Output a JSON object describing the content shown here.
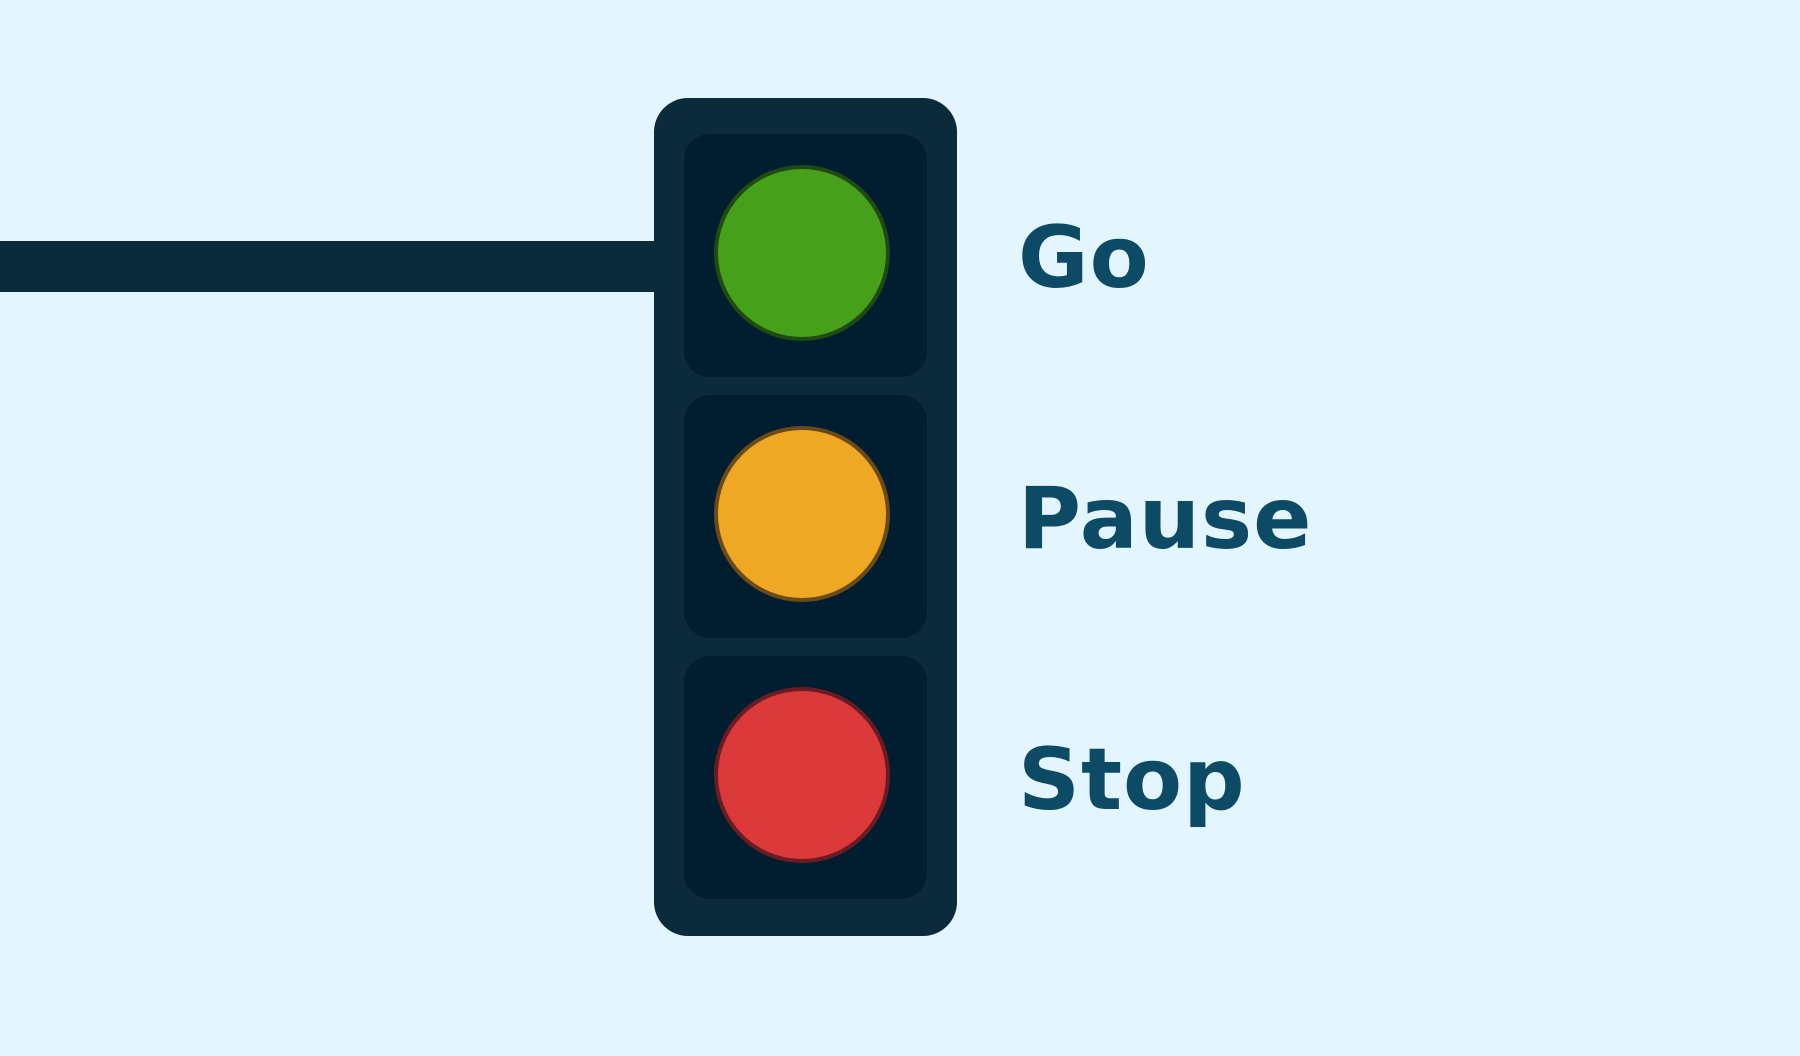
{
  "colors": {
    "background": "#e3f5fe",
    "housing": "#0b2a3c",
    "cell": "#001e2f",
    "label": "#0c4a66"
  },
  "signals": [
    {
      "label": "Go",
      "color": "#47a01a",
      "border": "#1f4a12"
    },
    {
      "label": "Pause",
      "color": "#efa823",
      "border": "#6b4a18"
    },
    {
      "label": "Stop",
      "color": "#dc3a3a",
      "border": "#6a1c22"
    }
  ]
}
